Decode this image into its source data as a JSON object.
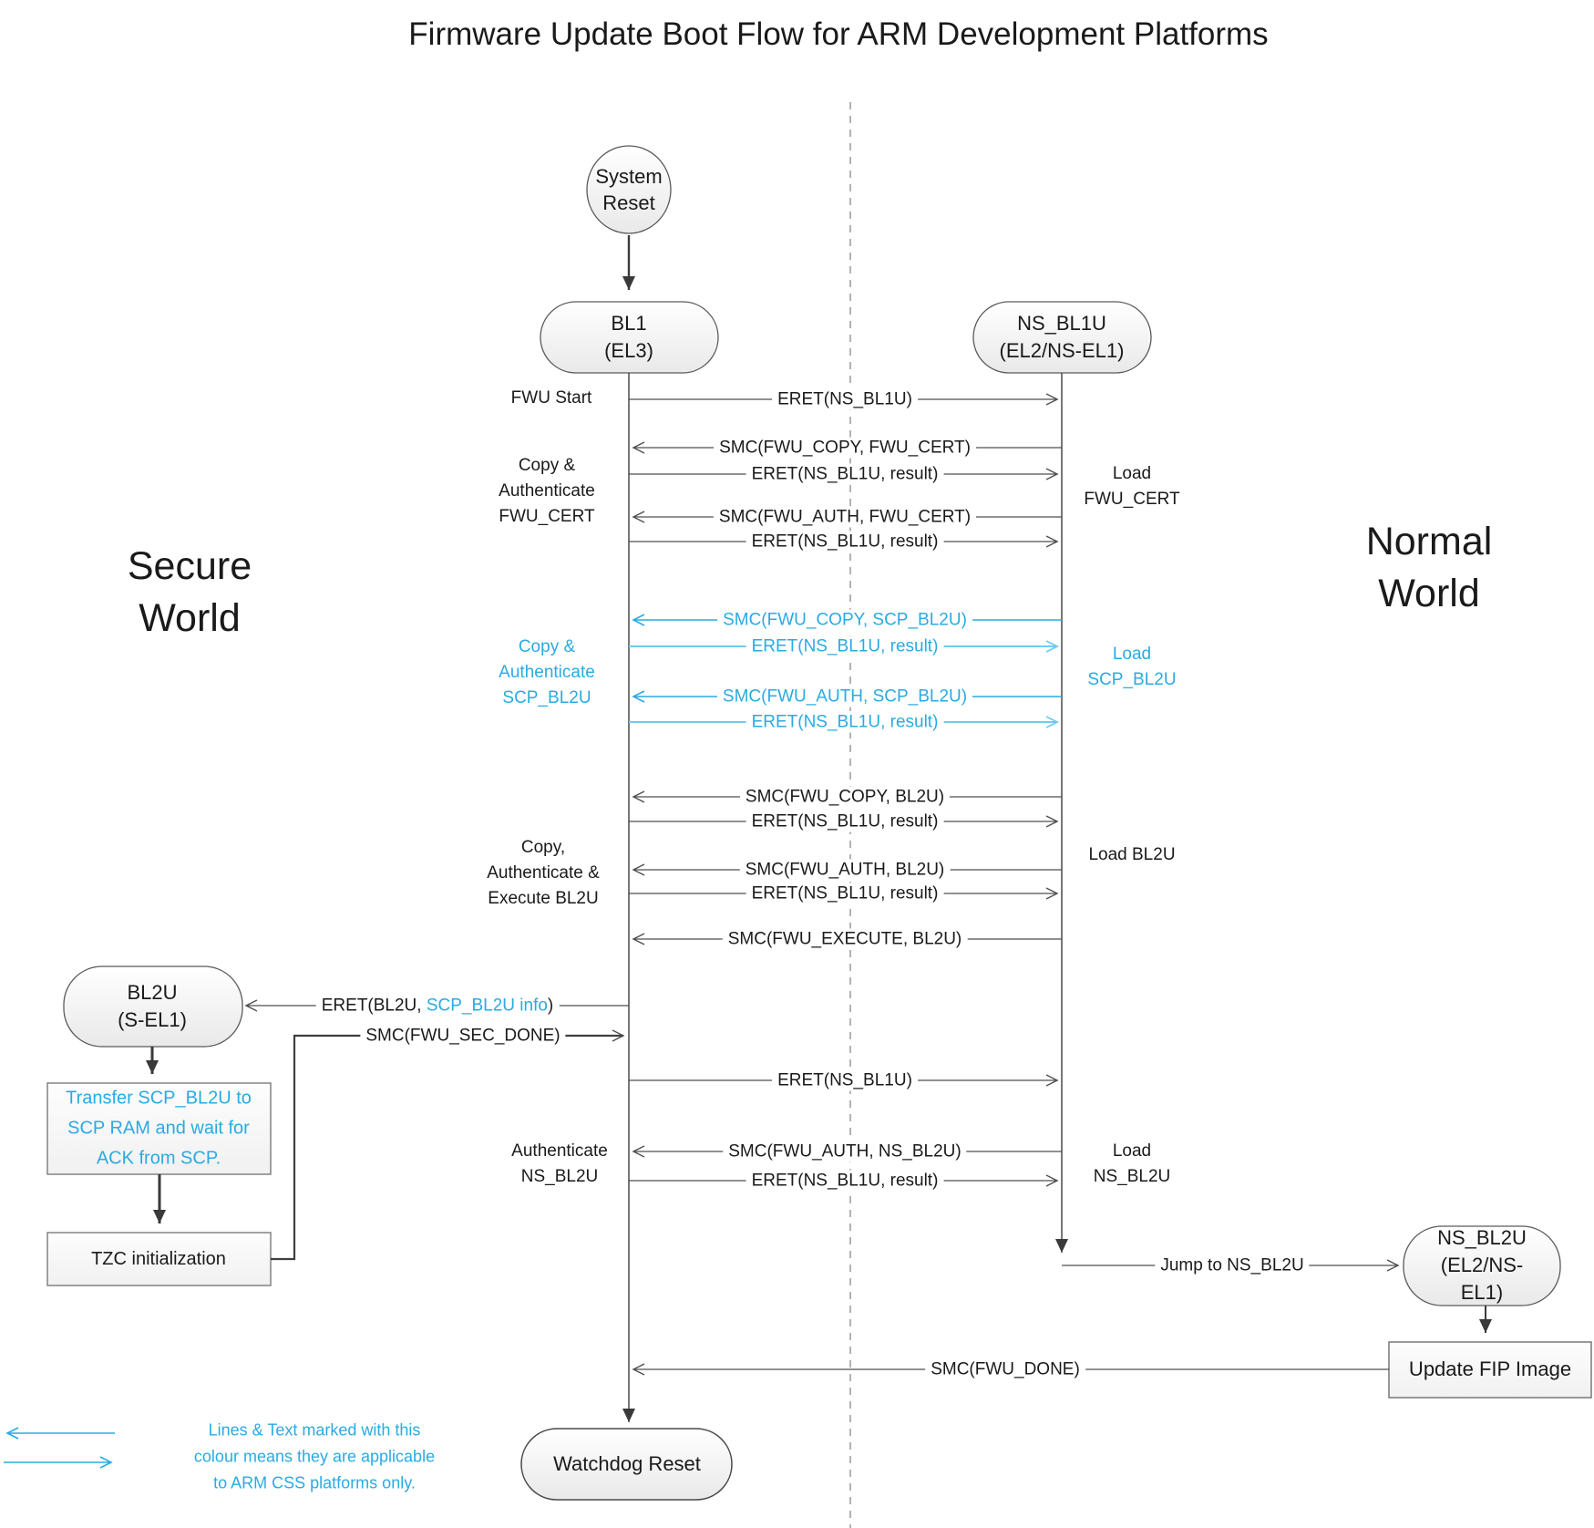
{
  "title": "Firmware Update Boot Flow for ARM Development Platforms",
  "worlds": {
    "secure": "Secure\nWorld",
    "normal": "Normal\nWorld"
  },
  "nodes": {
    "system_reset": "System\nReset",
    "bl1": "BL1\n(EL3)",
    "ns_bl1u": "NS_BL1U\n(EL2/NS-EL1)",
    "bl2u": "BL2U\n(S-EL1)",
    "ns_bl2u": "NS_BL2U\n(EL2/NS-EL1)",
    "watchdog_reset": "Watchdog Reset",
    "transfer_scp": "Transfer SCP_BL2U to\nSCP RAM and wait for\nACK from SCP.",
    "tzc_init": "TZC initialization",
    "update_fip": "Update FIP Image"
  },
  "side_labels": {
    "fwu_start": "FWU Start",
    "copy_auth_fwu_cert": "Copy &\nAuthenticate\nFWU_CERT",
    "load_fwu_cert": "Load\nFWU_CERT",
    "copy_auth_scp_bl2u": "Copy &\nAuthenticate\nSCP_BL2U",
    "load_scp_bl2u": "Load\nSCP_BL2U",
    "copy_auth_exec_bl2u": "Copy,\nAuthenticate &\nExecute BL2U",
    "load_bl2u": "Load BL2U",
    "authenticate_ns_bl2u": "Authenticate\nNS_BL2U",
    "load_ns_bl2u": "Load\nNS_BL2U"
  },
  "messages": {
    "eret_ns_bl1u_1": "ERET(NS_BL1U)",
    "smc_fwu_copy_fwu_cert": "SMC(FWU_COPY, FWU_CERT)",
    "eret_result_1": "ERET(NS_BL1U, result)",
    "smc_fwu_auth_fwu_cert": "SMC(FWU_AUTH, FWU_CERT)",
    "eret_result_2": "ERET(NS_BL1U, result)",
    "smc_fwu_copy_scp_bl2u": "SMC(FWU_COPY, SCP_BL2U)",
    "eret_result_3": "ERET(NS_BL1U, result)",
    "smc_fwu_auth_scp_bl2u": "SMC(FWU_AUTH, SCP_BL2U)",
    "eret_result_4": "ERET(NS_BL1U, result)",
    "smc_fwu_copy_bl2u": "SMC(FWU_COPY, BL2U)",
    "eret_result_5": "ERET(NS_BL1U, result)",
    "smc_fwu_auth_bl2u": "SMC(FWU_AUTH, BL2U)",
    "eret_result_6": "ERET(NS_BL1U, result)",
    "smc_fwu_execute_bl2u": "SMC(FWU_EXECUTE, BL2U)",
    "eret_bl2u_prefix": "ERET(BL2U, ",
    "eret_bl2u_blue": "SCP_BL2U info",
    "eret_bl2u_suffix": ")",
    "smc_fwu_sec_done": "SMC(FWU_SEC_DONE)",
    "eret_ns_bl1u_2": "ERET(NS_BL1U)",
    "smc_fwu_auth_ns_bl2u": "SMC(FWU_AUTH, NS_BL2U)",
    "eret_result_7": "ERET(NS_BL1U, result)",
    "jump_to_ns_bl2u": "Jump to NS_BL2U",
    "smc_fwu_done": "SMC(FWU_DONE)"
  },
  "legend": {
    "text": "Lines & Text marked with this\ncolour means they are applicable\nto ARM CSS platforms only."
  },
  "colors": {
    "accent_blue": "#29ABE2",
    "accent_blue_light": "#6FCBF0",
    "line_gray": "#4f4f4f",
    "text": "#1a1a1a"
  }
}
